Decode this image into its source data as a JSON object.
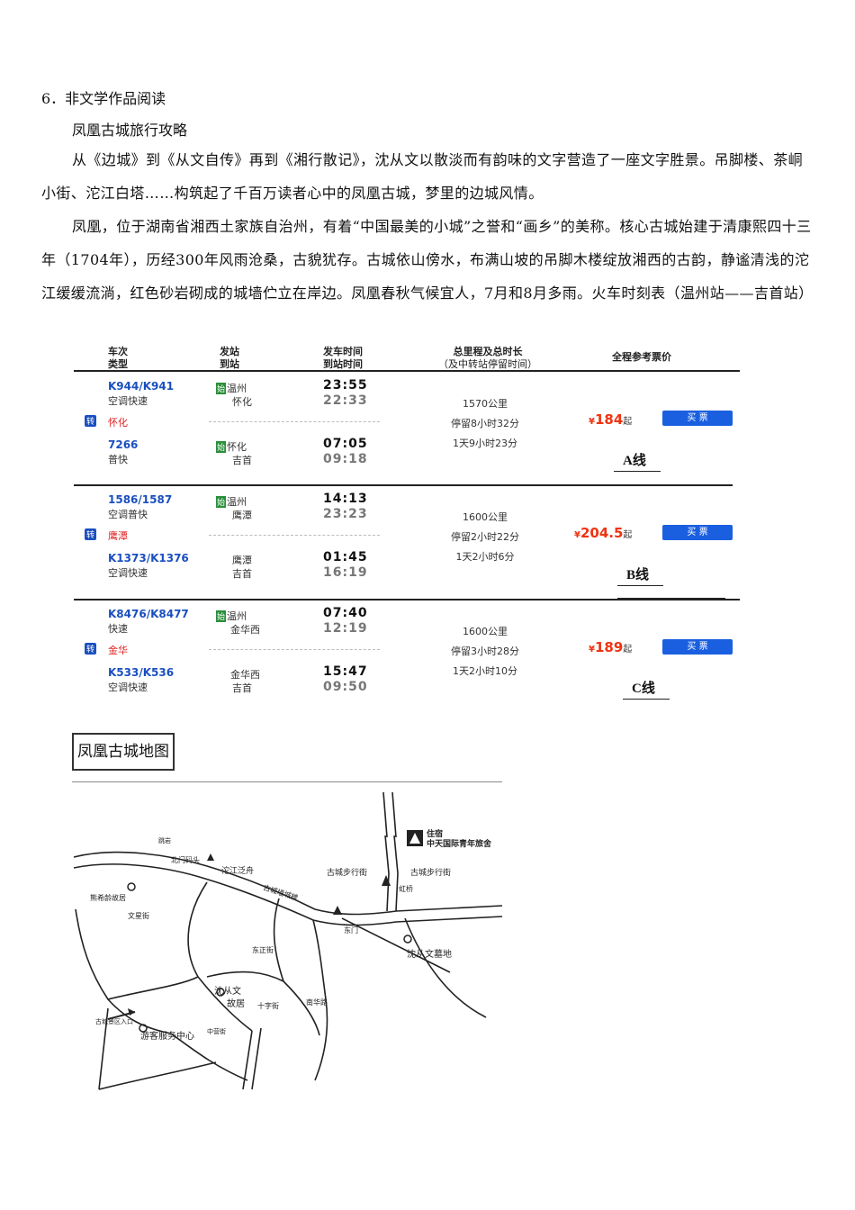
{
  "question": {
    "title": "6．非文学作品阅读"
  },
  "article": {
    "title": "凤凰古城旅行攻略",
    "paragraphs": [
      "从《边城》到《从文自传》再到《湘行散记》，沈从文以散淡而有韵味的文字营造了一座文字胜景。吊脚楼、茶峒小街、沱江白塔……构筑起了千百万读者心中的凤凰古城，梦里的边城风情。",
      "凤凰，位于湖南省湘西土家族自治州，有着“中国最美的小城”之誉和“画乡”的美称。核心古城始建于清康熙四十三年（1704年），历经300年风雨沧桑，古貌犹存。古城依山傍水，布满山坡的吊脚木楼绽放湘西的古韵，静谧清浅的沱江缓缓流淌，红色砂岩砌成的城墙伫立在岸边。凤凰春秋气候宜人，7月和8月多雨。火车时刻表（温州站——吉首站）"
    ]
  },
  "timetable": {
    "headers": {
      "train": [
        "车次",
        "类型"
      ],
      "station": [
        "发站",
        "到站"
      ],
      "time": [
        "发车时间",
        "到站时间"
      ],
      "distance": [
        "总里程及总时长",
        "（及中转站停留时间）"
      ],
      "price": "全程参考票价"
    },
    "shi_badge": "始",
    "transfer_badge": "转",
    "routes": [
      {
        "label": "A线",
        "transfer": "怀化",
        "leg1": {
          "train": "K944/K941",
          "type": "空调快速",
          "from": "温州",
          "to": "怀化",
          "depart": "23:55",
          "arrive": "22:33"
        },
        "leg2": {
          "train": "7266",
          "type": "普快",
          "from": "怀化",
          "to": "吉首",
          "depart": "07:05",
          "arrive": "09:18"
        },
        "distance": "1570公里",
        "stop": "停留8小时32分",
        "duration": "1天9小时23分",
        "price_symbol": "¥",
        "price": "184",
        "price_suffix": "起",
        "buy": "买 票"
      },
      {
        "label": "B线",
        "transfer": "鹰潭",
        "leg1": {
          "train": "1586/1587",
          "type": "空调普快",
          "from": "温州",
          "to": "鹰潭",
          "depart": "14:13",
          "arrive": "23:23"
        },
        "leg2": {
          "train": "K1373/K1376",
          "type": "空调快速",
          "from": "鹰潭",
          "to": "吉首",
          "depart": "01:45",
          "arrive": "16:19"
        },
        "distance": "1600公里",
        "stop": "停留2小时22分",
        "duration": "1天2小时6分",
        "price_symbol": "¥",
        "price": "204.5",
        "price_suffix": "起",
        "buy": "买 票"
      },
      {
        "label": "C线",
        "transfer": "金华",
        "leg1": {
          "train": "K8476/K8477",
          "type": "快速",
          "from": "温州",
          "to": "金华西",
          "depart": "07:40",
          "arrive": "12:19"
        },
        "leg2": {
          "train": "K533/K536",
          "type": "空调快速",
          "from": "金华西",
          "to": "吉首",
          "depart": "15:47",
          "arrive": "09:50"
        },
        "distance": "1600公里",
        "stop": "停留3小时28分",
        "duration": "1天2小时10分",
        "price_symbol": "¥",
        "price": "189",
        "price_suffix": "起",
        "buy": "买 票"
      }
    ]
  },
  "map": {
    "title": "凤凰古城地图",
    "labels": {
      "lodging_title": "住宿",
      "lodging_name": "中天国际青年旅舍",
      "north_gate": "北门码头",
      "tuojiang_boat": "沱江泛舟",
      "walk_street_1": "古城步行街",
      "walk_street_2": "古城步行街",
      "city_wall": "古城墙城楼",
      "hongqiao": "虹桥",
      "east_gate": "东门",
      "xiong_residence": "熊希龄故居",
      "wenxing_street": "文星街",
      "dongzheng_street": "东正街",
      "shen_residence_1": "沈从文",
      "shen_residence_2": "故居",
      "shizi_street": "十字街",
      "nanhua_road": "南华路",
      "shen_tomb": "沈从文墓地",
      "entrance": "古城景区入口",
      "visitor_center": "游客服务中心",
      "zhongying_street": "中营街",
      "bridge_top": "跳岩"
    }
  }
}
